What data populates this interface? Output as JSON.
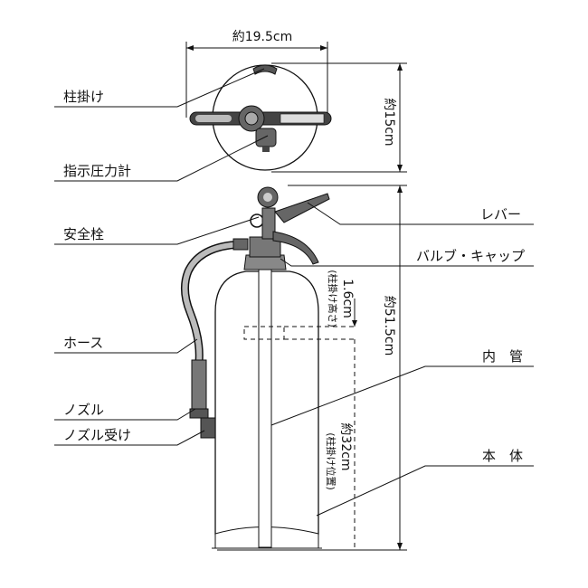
{
  "labels": {
    "hashira_kake": "柱掛け",
    "shiji_atsuryokukei": "指示圧力計",
    "anzen_sen": "安全栓",
    "hose": "ホース",
    "nozzle": "ノズル",
    "nozzle_uke": "ノズル受け",
    "lever": "レバー",
    "valve_cap": "バルブ・キャップ",
    "naikan": "内　管",
    "hontai": "本　体"
  },
  "dimensions": {
    "width_top": "約19.5cm",
    "depth_top": "約15cm",
    "total_height": "約51.5cm",
    "hook_height_label": "(柱掛け高さ)",
    "hook_height_value": "1.6cm",
    "hook_position_label": "(柱掛け位置)",
    "hook_position_value": "約32cm"
  }
}
